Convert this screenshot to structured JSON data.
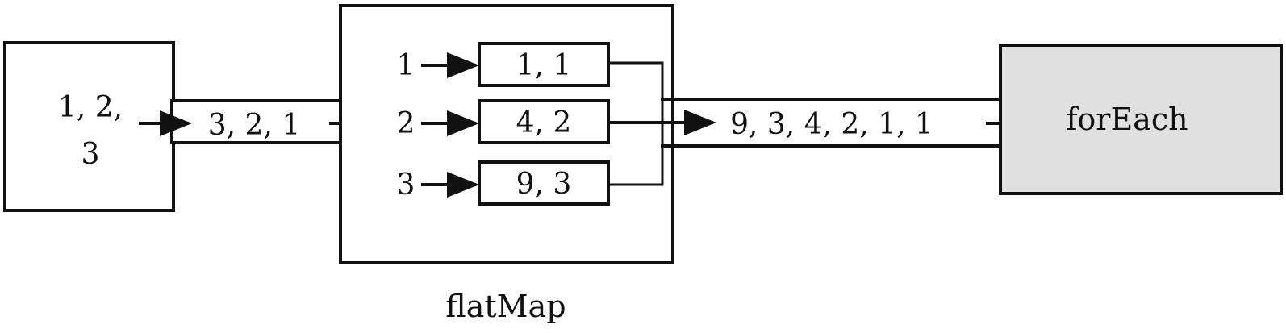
{
  "source": {
    "line1": "1, 2,",
    "line2": "3"
  },
  "stream_in": {
    "label": "3, 2, 1"
  },
  "flatmap": {
    "caption": "flatMap",
    "rows": [
      {
        "input": "1",
        "output": "1, 1"
      },
      {
        "input": "2",
        "output": "4, 2"
      },
      {
        "input": "3",
        "output": "9, 3"
      }
    ]
  },
  "stream_out": {
    "label": "9, 3, 4, 2, 1, 1"
  },
  "terminal": {
    "label": "forEach",
    "fill": "#e0e0e0"
  },
  "colors": {
    "stroke": "#111111",
    "background": "#ffffff"
  }
}
